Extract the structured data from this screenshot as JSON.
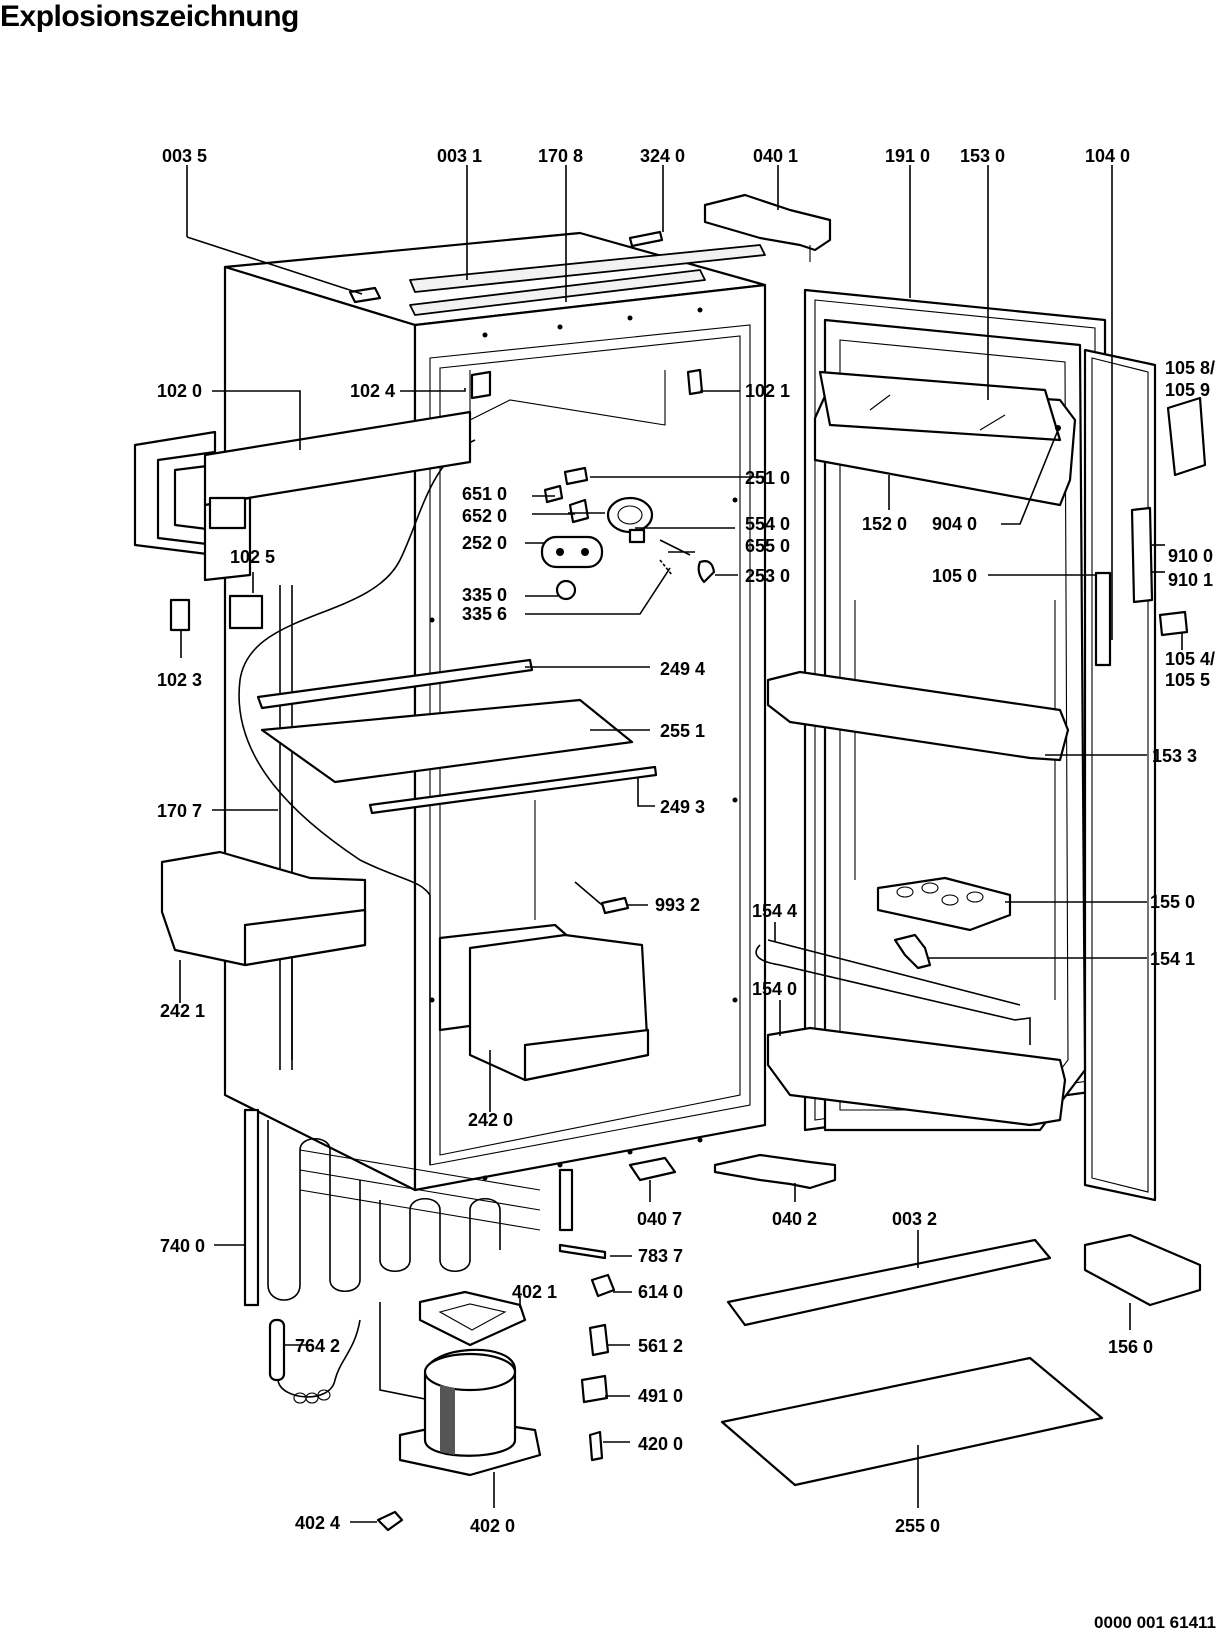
{
  "title": "Explosionszeichnung",
  "document_number": "0000 001 61411",
  "labels": {
    "l0035": "003 5",
    "l0031": "003 1",
    "l1708": "170 8",
    "l3240": "324 0",
    "l0401": "040 1",
    "l1910": "191 0",
    "l1530": "153 0",
    "l1040": "104 0",
    "l1020": "102 0",
    "l1024": "102 4",
    "l1021": "102 1",
    "l1058": "105 8/",
    "l1059": "105 9",
    "l6510": "651 0",
    "l6520": "652 0",
    "l2520": "252 0",
    "l3350": "335 0",
    "l3356": "335 6",
    "l2510": "251 0",
    "l5540": "554 0",
    "l6550": "655 0",
    "l2530": "253 0",
    "l1520": "152 0",
    "l9040": "904 0",
    "l1050": "105 0",
    "l9100": "910 0",
    "l9101": "910 1",
    "l1025": "102 5",
    "l1023": "102 3",
    "l1054": "105 4/",
    "l1055": "105 5",
    "l2494": "249 4",
    "l2551": "255 1",
    "l2493": "249 3",
    "l1533": "153 3",
    "l1707": "170 7",
    "l9932": "993 2",
    "l1550": "155 0",
    "l1544": "154 4",
    "l1541": "154 1",
    "l1540": "154 0",
    "l2421": "242 1",
    "l2420": "242 0",
    "l0407": "040 7",
    "l0402": "040 2",
    "l0032": "003 2",
    "l7400": "740 0",
    "l7837": "783 7",
    "l4021": "402 1",
    "l6140": "614 0",
    "l7642": "764 2",
    "l5612": "561 2",
    "l4910": "491 0",
    "l4200": "420 0",
    "l1560": "156 0",
    "l4024": "402 4",
    "l4020": "402 0",
    "l2550": "255 0"
  }
}
